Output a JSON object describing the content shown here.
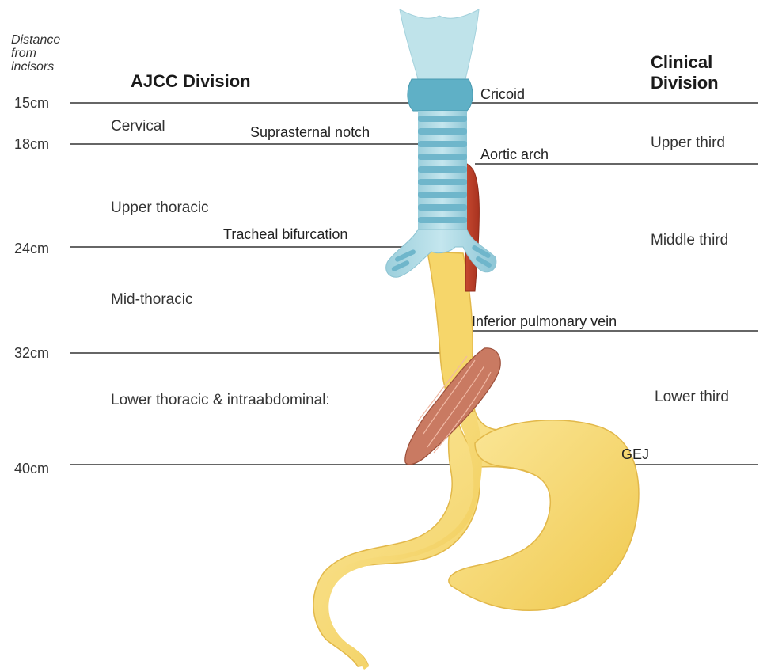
{
  "axis_heading": [
    "Distance",
    "from",
    "incisors"
  ],
  "ajcc_heading": "AJCC Division",
  "clinical_heading": [
    "Clinical",
    "Division"
  ],
  "distances": [
    "15cm",
    "18cm",
    "24cm",
    "32cm",
    "40cm"
  ],
  "ajcc_divisions": [
    "Cervical",
    "Upper thoracic",
    "Mid-thoracic",
    "Lower thoracic & intraabdominal:"
  ],
  "landmarks": [
    "Cricoid",
    "Suprasternal notch",
    "Aortic arch",
    "Tracheal bifurcation",
    "Inferior pulmonary vein",
    "GEJ"
  ],
  "clinical_divisions": [
    "Upper third",
    "Middle third",
    "Lower third"
  ],
  "colors": {
    "esophagus_stomach": "#f6d66a",
    "esophagus_outline": "#e2b84a",
    "trachea": "#a9d8e3",
    "trachea_rings": "#6fb6cb",
    "cricoid": "#5fb0c6",
    "aorta": "#c8452e",
    "diaphragm_muscle": "#c97a62",
    "lines": "#333333"
  }
}
